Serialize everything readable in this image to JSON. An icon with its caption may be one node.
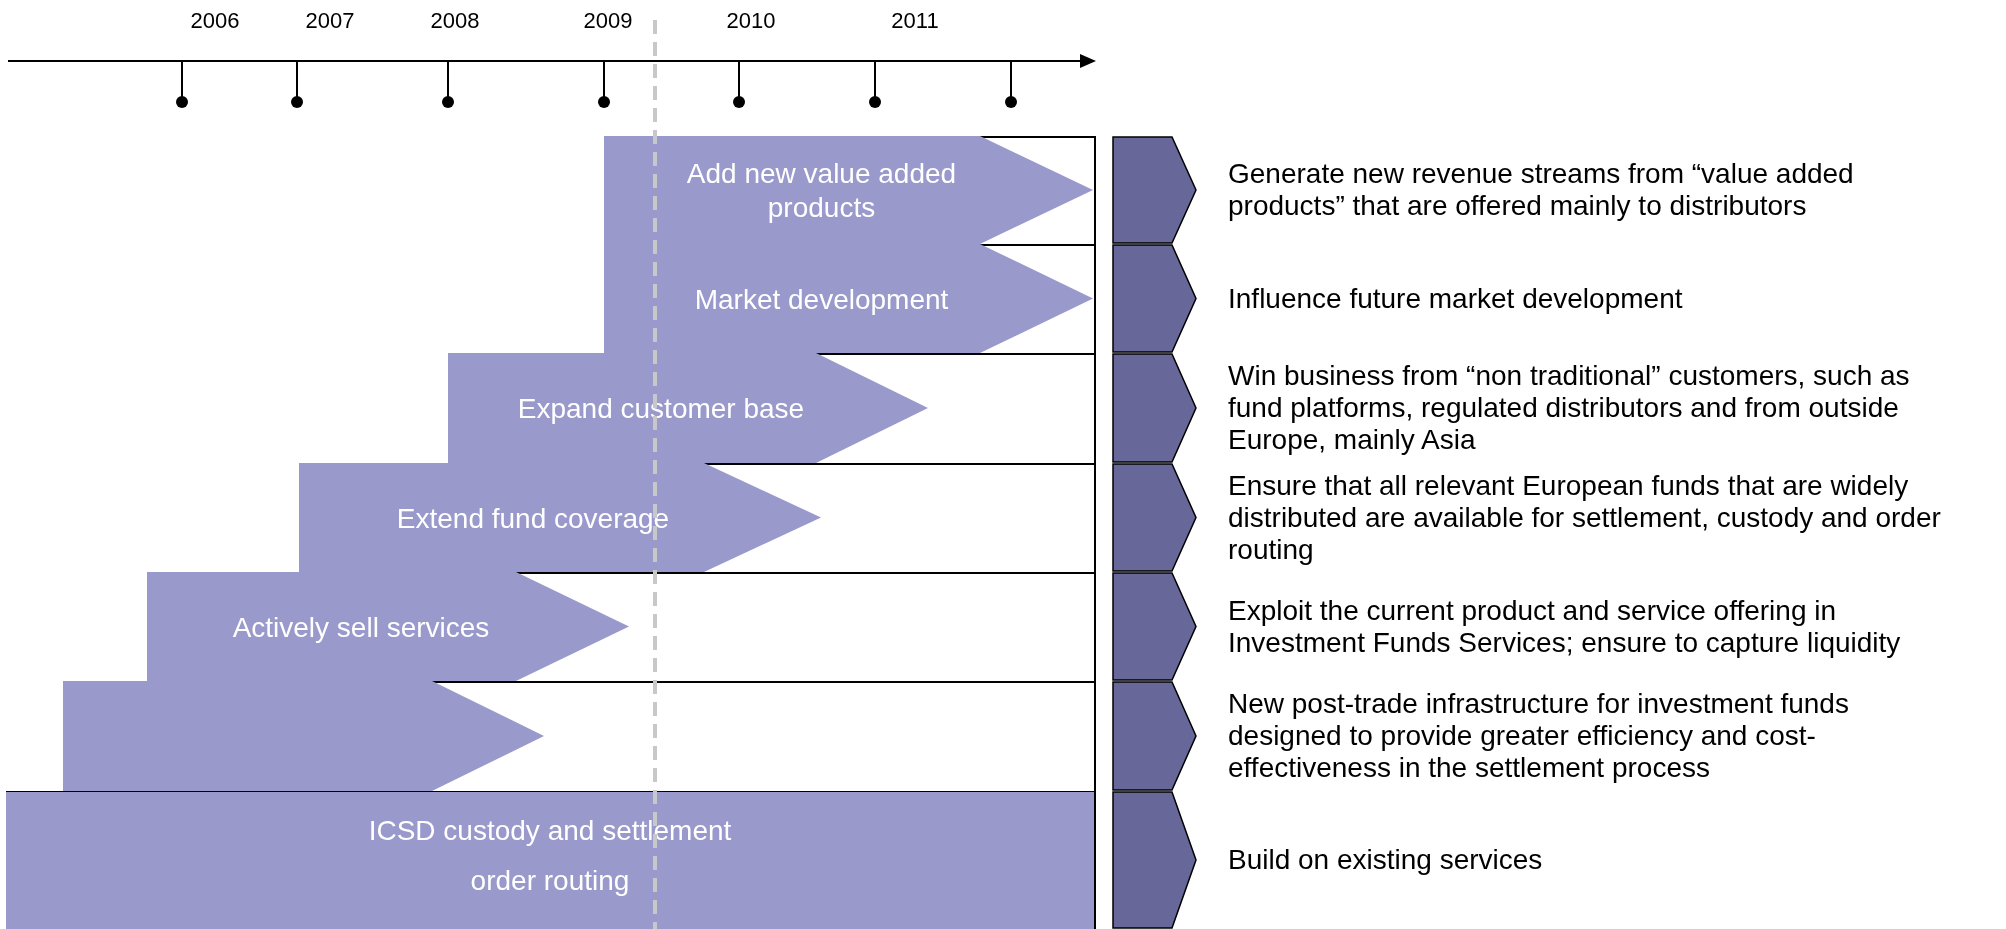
{
  "diagram": {
    "nodes": [
      {
        "text": [
          "Add new value added products"
        ]
      },
      {
        "text": [
          "Market development"
        ]
      },
      {
        "text": [
          "Expand customer base"
        ]
      },
      {
        "text": [
          "Extend fund coverage"
        ]
      },
      {
        "text": [
          "Actively sell services"
        ]
      },
      {
        "text": [],
        "shape": "chevron"
      },
      {
        "text": [
          "ICSD custody and settlement",
          "order routing"
        ]
      },
      {
        "text": [],
        "shape": "chevron",
        "beside": [
          "Generate new revenue streams from “value added products” that are offered mainly to distributors"
        ]
      },
      {
        "text": [],
        "shape": "chevron",
        "beside": [
          "Influence future market development"
        ]
      },
      {
        "text": [],
        "shape": "chevron",
        "beside": [
          "Win business from “non traditional” customers, such as fund platforms, regulated distributors and from outside Europe, mainly Asia"
        ]
      },
      {
        "text": [],
        "shape": "chevron",
        "beside": [
          "Ensure that all relevant European funds that are widely distributed are available for settlement, custody and order routing"
        ]
      },
      {
        "text": [],
        "shape": "chevron",
        "beside": [
          "Exploit the current product and service offering in Investment Funds Services; ensure to capture liquidity"
        ]
      },
      {
        "text": [],
        "shape": "chevron",
        "beside": [
          "New post-trade infrastructure for investment funds designed to provide greater efficiency and cost-effectiveness in the settlement process"
        ]
      },
      {
        "text": [],
        "shape": "chevron",
        "beside": [
          "Build on existing services"
        ]
      }
    ],
    "labels": [
      "2006",
      "2007",
      "2008",
      "2009",
      "2010",
      "2011"
    ]
  }
}
